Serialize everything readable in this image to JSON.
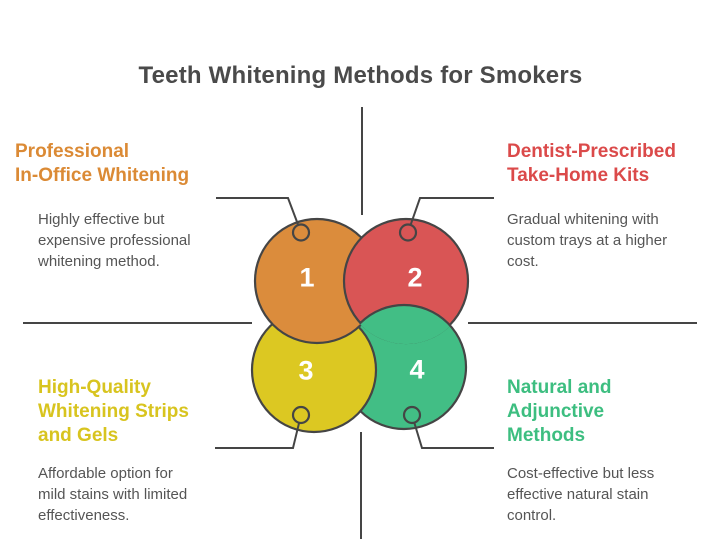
{
  "title": "Teeth Whitening Methods for Smokers",
  "palette": {
    "orange_heading": "#DB8A35",
    "red_heading": "#DB4A4A",
    "yellow_heading": "#D8C41F",
    "green_heading": "#3DBE80",
    "orange_fill": "#DB8C3C",
    "red_fill": "#D95555",
    "yellow_fill": "#DCC822",
    "green_fill": "#42BE85",
    "outline": "#454545",
    "body_text": "#555555",
    "title_text": "#4A4A4A",
    "number_text": "#FFFFFF"
  },
  "methods": [
    {
      "number": "1",
      "position": "top-left",
      "color": "#DB8A35",
      "heading": "Professional\nIn-Office Whitening",
      "description": "Highly effective but\nexpensive professional\nwhitening method."
    },
    {
      "number": "2",
      "position": "top-right",
      "color": "#DB4A4A",
      "heading": "Dentist-Prescribed\nTake-Home Kits",
      "description": "Gradual whitening with\ncustom trays at a higher\ncost."
    },
    {
      "number": "3",
      "position": "bottom-left",
      "color": "#D8C41F",
      "heading": "High-Quality\nWhitening Strips\nand Gels",
      "description": "Affordable option for\nmild stains with limited\neffectiveness."
    },
    {
      "number": "4",
      "position": "bottom-right",
      "color": "#3DBE80",
      "heading": "Natural and\nAdjunctive\nMethods",
      "description": "Cost-effective but less\neffective natural stain\ncontrol."
    }
  ]
}
